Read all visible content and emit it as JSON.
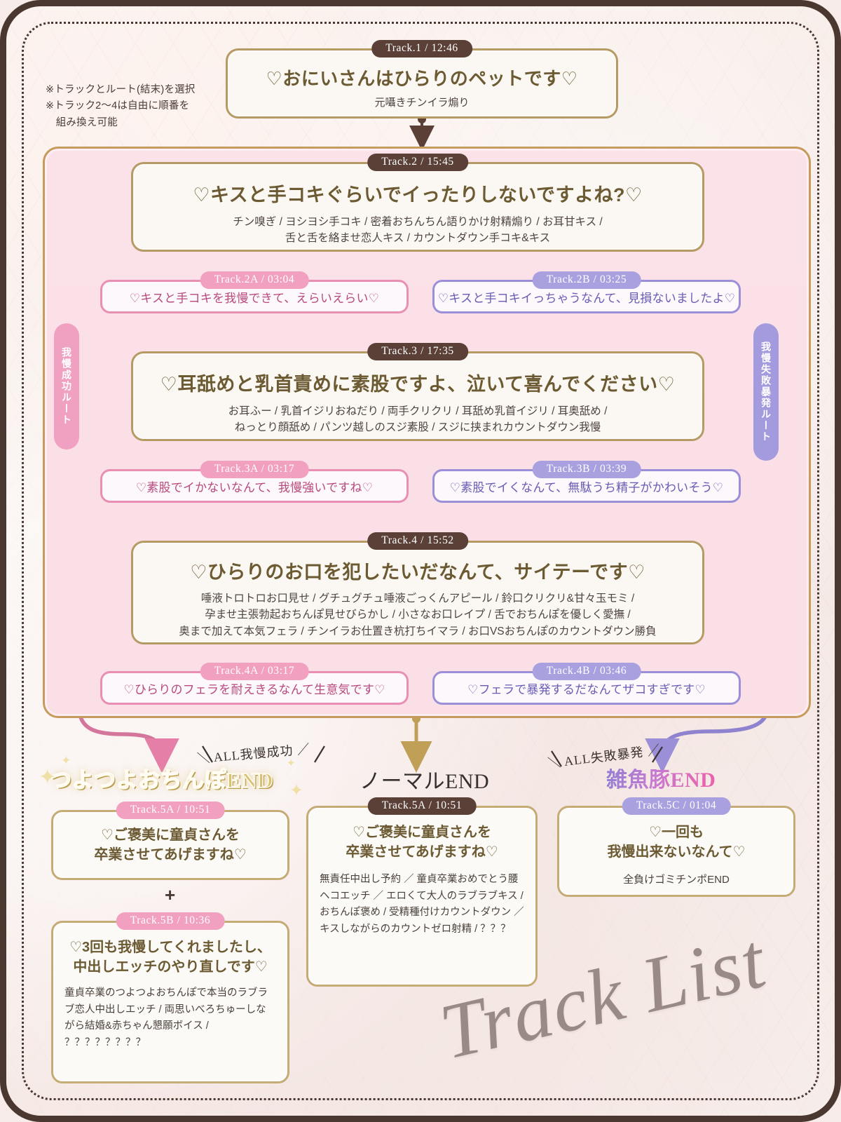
{
  "notes": "※トラックとルート(結末)を選択\n※トラック2〜4は自由に順番を\n　組み換え可能",
  "watermark": "Track List",
  "routes": {
    "left_label": "我慢成功ルート",
    "right_label": "我慢失敗暴発ルート"
  },
  "tracks": [
    {
      "badge": "Track.1 / 12:46",
      "title": "♡おにいさんはひらりのペットです♡",
      "subs": "元囁きチンイラ煽り"
    },
    {
      "badge": "Track.2 / 15:45",
      "title": "♡キスと手コキぐらいでイったりしないですよね?♡",
      "subs": "チン嗅ぎ / ヨシヨシ手コキ / 密着おちんちん語りかけ射精煽り / お耳甘キス /\n舌と舌を絡ませ恋人キス / カウントダウン手コキ&キス"
    },
    {
      "badge": "Track.3 / 17:35",
      "title": "♡耳舐めと乳首責めに素股ですよ、泣いて喜んでください♡",
      "subs": "お耳ふー / 乳首イジリおねだり / 両手クリクリ / 耳舐め乳首イジリ / 耳奥舐め /\nねっとり顔舐め / パンツ越しのスジ素股 / スジに挟まれカウントダウン我慢"
    },
    {
      "badge": "Track.4 / 15:52",
      "title": "♡ひらりのお口を犯したいだなんて、サイテーです♡",
      "subs": "唾液トロトロお口見せ / グチュグチュ唾液ごっくんアピール / 鈴口クリクリ&甘々玉モミ /\n孕ませ主張勃起おちんぽ見せびらかし / 小さなお口レイプ / 舌でおちんぽを優しく愛撫 /\n奥まで加えて本気フェラ / チンイラお仕置き杭打ちイマラ / お口VSおちんぽのカウントダウン勝負"
    }
  ],
  "branches": [
    {
      "badge": "Track.2A / 03:04",
      "text": "♡キスと手コキを我慢できて、えらいえらい♡",
      "color": "pink"
    },
    {
      "badge": "Track.2B / 03:25",
      "text": "♡キスと手コキイっちゃうなんて、見損ないましたよ♡",
      "color": "purple"
    },
    {
      "badge": "Track.3A / 03:17",
      "text": "♡素股でイかないなんて、我慢強いですね♡",
      "color": "pink"
    },
    {
      "badge": "Track.3B / 03:39",
      "text": "♡素股でイくなんて、無駄うち精子がかわいそう♡",
      "color": "purple"
    },
    {
      "badge": "Track.4A / 03:17",
      "text": "♡ひらりのフェラを耐えきるなんて生意気です♡",
      "color": "pink"
    },
    {
      "badge": "Track.4B / 03:46",
      "text": "♡フェラで暴発するだなんてザコすぎです♡",
      "color": "purple"
    }
  ],
  "endings": [
    {
      "condition": "＼ ALL我慢成功 ／",
      "title": "つよつよおちんぽEND",
      "cards": [
        {
          "badge": "Track.5A / 10:51",
          "title": "♡ご褒美に童貞さんを\n卒業させてあげますね♡",
          "body": ""
        },
        {
          "badge": "Track.5B / 10:36",
          "title": "♡3回も我慢してくれましたし、\n中出しエッチのやり直しです♡",
          "body": "童貞卒業のつよつよおちんぽで本当のラブラブ恋人中出しエッチ / 両思いべろちゅーしながら結婚&赤ちゃん懇願ボイス / ？？？？？？？？"
        }
      ],
      "joiner": "+"
    },
    {
      "condition": "",
      "title": "ノーマルEND",
      "cards": [
        {
          "badge": "Track.5A / 10:51",
          "title": "♡ご褒美に童貞さんを\n卒業させてあげますね♡",
          "body": "無責任中出し予約 ／ 童貞卒業おめでとう腰ヘコエッチ ／ エロくて大人のラブラブキス / おちんぽ褒め / 受精種付けカウントダウン ／ キスしながらのカウントゼロ射精 / ？？？"
        }
      ]
    },
    {
      "condition": "＼ ALL失敗暴発 ／",
      "title": "雑魚豚END",
      "cards": [
        {
          "badge": "Track.5C / 01:04",
          "title": "♡一回も\n我慢出来ないなんて♡",
          "body": "全負けゴミチンポEND"
        }
      ]
    }
  ],
  "colors": {
    "pink": "#e98fb4",
    "purple": "#9b8fd8",
    "gold": "#b59a63",
    "dark": "#5b4038"
  }
}
